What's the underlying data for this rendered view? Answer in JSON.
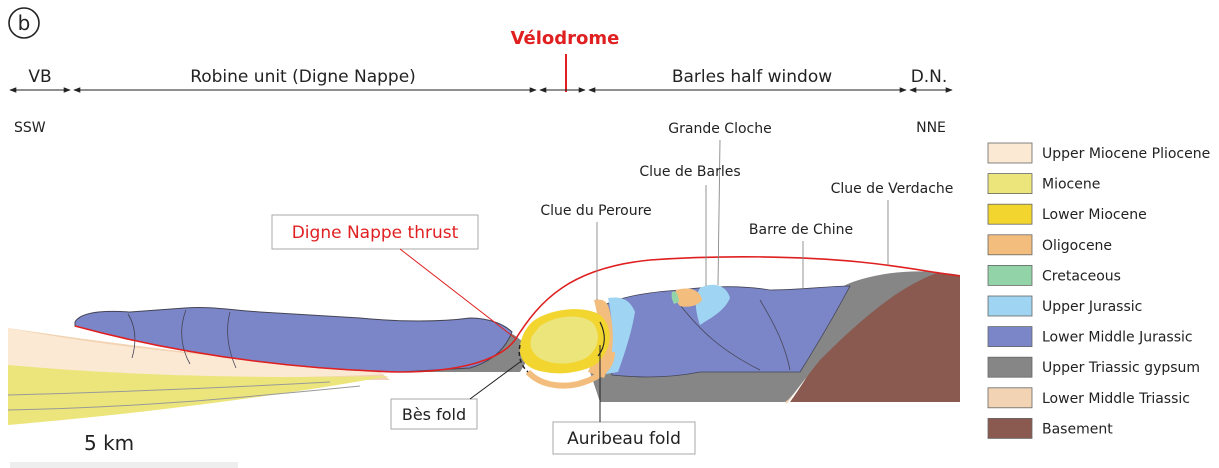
{
  "panel_letter": "b",
  "units": {
    "vb": "VB",
    "robine": "Robine unit (Digne Nappe)",
    "velodrome": "Vélodrome",
    "barles": "Barles half window",
    "dn": "D.N."
  },
  "orientation": {
    "left": "SSW",
    "right": "NNE"
  },
  "localities": {
    "grande_cloche": "Grande Cloche",
    "clue_barles": "Clue de Barles",
    "clue_verdache": "Clue de Verdache",
    "clue_peroure": "Clue du Peroure",
    "barre_chine": "Barre de Chine"
  },
  "structures": {
    "digne_thrust": "Digne Nappe thrust",
    "bes_fold": "Bès fold",
    "auribeau_fold": "Auribeau fold"
  },
  "scale_label": "5 km",
  "legend": [
    {
      "label": "Upper Miocene Pliocene",
      "color": "#fbe9d4"
    },
    {
      "label": "Miocene",
      "color": "#ece57c"
    },
    {
      "label": "Lower Miocene",
      "color": "#f3d530"
    },
    {
      "label": "Oligocene",
      "color": "#f3bd7d"
    },
    {
      "label": "Cretaceous",
      "color": "#93d3a8"
    },
    {
      "label": "Upper Jurassic",
      "color": "#9fd5f2"
    },
    {
      "label": "Lower Middle Jurassic",
      "color": "#7b86c8"
    },
    {
      "label": "Upper Triassic gypsum",
      "color": "#868686"
    },
    {
      "label": "Lower Middle Triassic",
      "color": "#f2d4b4"
    },
    {
      "label": "Basement",
      "color": "#8a5a50"
    }
  ],
  "colors": {
    "accent_red": "#e02020"
  }
}
